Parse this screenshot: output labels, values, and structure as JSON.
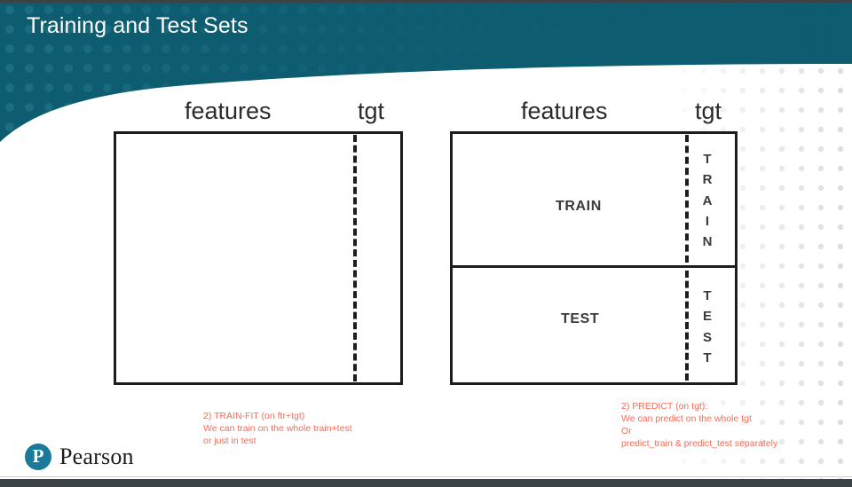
{
  "slide": {
    "title": "Training and Test Sets",
    "brand_teal": "#0d5c70",
    "accent_red": "#fb6a54",
    "logo_teal": "#1b7a99"
  },
  "left_diagram": {
    "name": "train-fit-diagram",
    "headers": {
      "features": "features",
      "target": "tgt"
    },
    "cells": [],
    "caption": {
      "line1": "2) TRAIN-FIT (on ftr+tgt)",
      "line2": "We can train on the whole train+test",
      "line3": "or just in test"
    }
  },
  "right_diagram": {
    "name": "predict-diagram",
    "headers": {
      "features": "features",
      "target": "tgt"
    },
    "rows": [
      {
        "feature_label": "TRAIN",
        "target_label": "TRAIN"
      },
      {
        "feature_label": "TEST",
        "target_label": "TEST"
      }
    ],
    "caption": {
      "line1": "2) PREDICT (on tgt):",
      "line2": "We can predict on the whole tgt",
      "line3": "Or",
      "line4": "predict_train & predict_test separately"
    }
  },
  "footer": {
    "logo_glyph": "P",
    "logo_text": "Pearson"
  }
}
